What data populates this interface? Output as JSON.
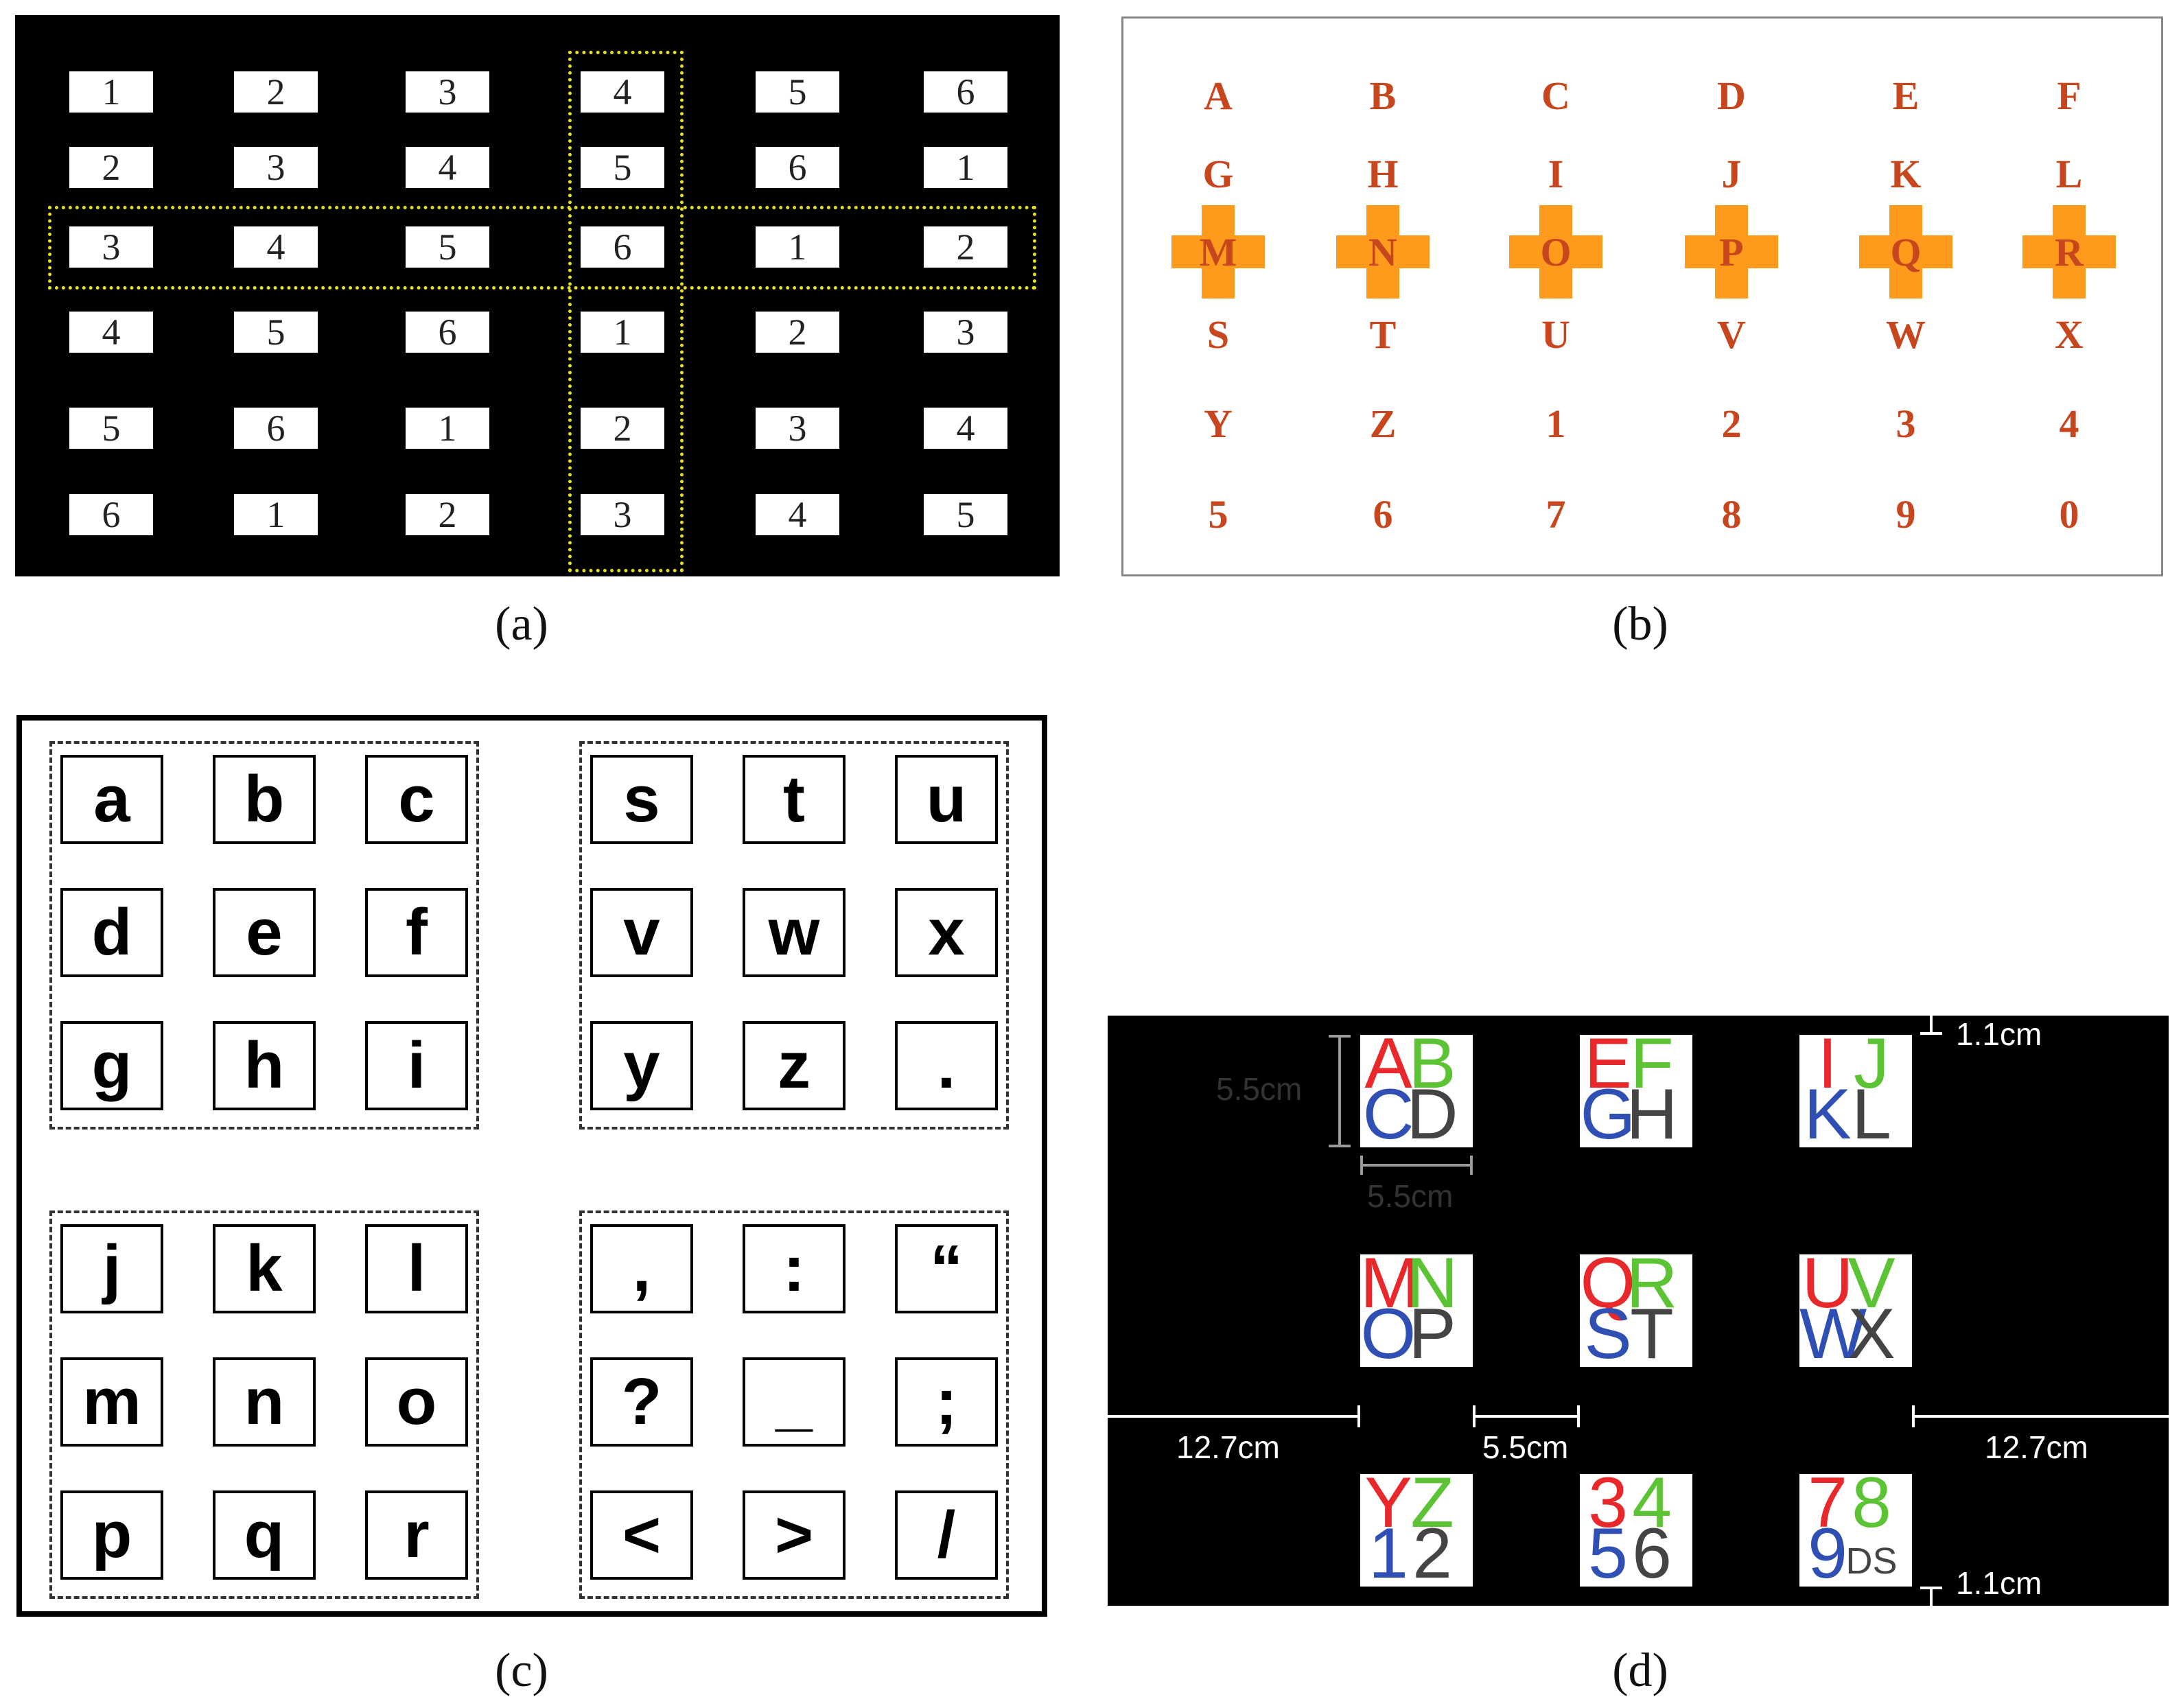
{
  "panel_a": {
    "caption": "(a)",
    "grid": [
      [
        "1",
        "2",
        "3",
        "4",
        "5",
        "6"
      ],
      [
        "2",
        "3",
        "4",
        "5",
        "6",
        "1"
      ],
      [
        "3",
        "4",
        "5",
        "6",
        "1",
        "2"
      ],
      [
        "4",
        "5",
        "6",
        "1",
        "2",
        "3"
      ],
      [
        "5",
        "6",
        "1",
        "2",
        "3",
        "4"
      ],
      [
        "6",
        "1",
        "2",
        "3",
        "4",
        "5"
      ]
    ],
    "highlight_color": "#e6e21a"
  },
  "panel_b": {
    "caption": "(b)",
    "grid": [
      [
        "A",
        "B",
        "C",
        "D",
        "E",
        "F"
      ],
      [
        "G",
        "H",
        "I",
        "J",
        "K",
        "L"
      ],
      [
        "M",
        "N",
        "O",
        "P",
        "Q",
        "R"
      ],
      [
        "S",
        "T",
        "U",
        "V",
        "W",
        "X"
      ],
      [
        "Y",
        "Z",
        "1",
        "2",
        "3",
        "4"
      ],
      [
        "5",
        "6",
        "7",
        "8",
        "9",
        "0"
      ]
    ],
    "text_color": "#c8461e",
    "cross_color": "#ff9b1c"
  },
  "panel_c": {
    "caption": "(c)",
    "groups": [
      [
        "a",
        "b",
        "c",
        "d",
        "e",
        "f",
        "g",
        "h",
        "i"
      ],
      [
        "s",
        "t",
        "u",
        "v",
        "w",
        "x",
        "y",
        "z",
        "."
      ],
      [
        "j",
        "k",
        "l",
        "m",
        "n",
        "o",
        "p",
        "q",
        "r"
      ],
      [
        ",",
        ":",
        "“",
        "?",
        "_",
        ";",
        "<",
        ">",
        "/"
      ]
    ]
  },
  "panel_d": {
    "caption": "(d)",
    "cells": [
      [
        "A",
        "B",
        "C",
        "D"
      ],
      [
        "E",
        "F",
        "G",
        "H"
      ],
      [
        "I",
        "J",
        "K",
        "L"
      ],
      [
        "M",
        "N",
        "O",
        "P"
      ],
      [
        "Q",
        "R",
        "S",
        "T"
      ],
      [
        "U",
        "V",
        "W",
        "X"
      ],
      [
        "Y",
        "Z",
        "1",
        "2"
      ],
      [
        "3",
        "4",
        "5",
        "6"
      ],
      [
        "7",
        "8",
        "9",
        "DS"
      ]
    ],
    "colors": [
      "#e8282a",
      "#5cc434",
      "#2f4fb4",
      "#444444"
    ],
    "labels": {
      "top_gap": "1.1cm",
      "bottom_gap": "1.1cm",
      "cell_height": "5.5cm",
      "cell_width": "5.5cm",
      "left_margin": "12.7cm",
      "inner_gap": "5.5cm",
      "right_margin": "12.7cm"
    }
  }
}
